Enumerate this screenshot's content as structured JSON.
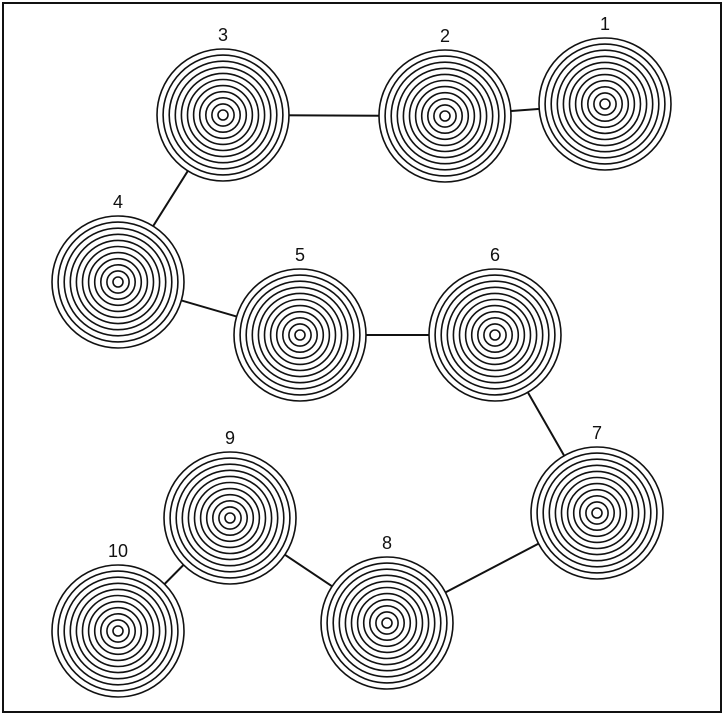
{
  "diagram": {
    "nodes": [
      {
        "id": "n1",
        "label": "1"
      },
      {
        "id": "n2",
        "label": "2"
      },
      {
        "id": "n3",
        "label": "3"
      },
      {
        "id": "n4",
        "label": "4"
      },
      {
        "id": "n5",
        "label": "5"
      },
      {
        "id": "n6",
        "label": "6"
      },
      {
        "id": "n7",
        "label": "7"
      },
      {
        "id": "n8",
        "label": "8"
      },
      {
        "id": "n9",
        "label": "9"
      },
      {
        "id": "n10",
        "label": "10"
      }
    ],
    "edges": [
      [
        "n1",
        "n2"
      ],
      [
        "n2",
        "n3"
      ],
      [
        "n3",
        "n4"
      ],
      [
        "n4",
        "n5"
      ],
      [
        "n5",
        "n6"
      ],
      [
        "n6",
        "n7"
      ],
      [
        "n7",
        "n8"
      ],
      [
        "n8",
        "n9"
      ],
      [
        "n9",
        "n10"
      ]
    ],
    "colors": {
      "stroke": "#111111",
      "background": "#ffffff"
    }
  }
}
